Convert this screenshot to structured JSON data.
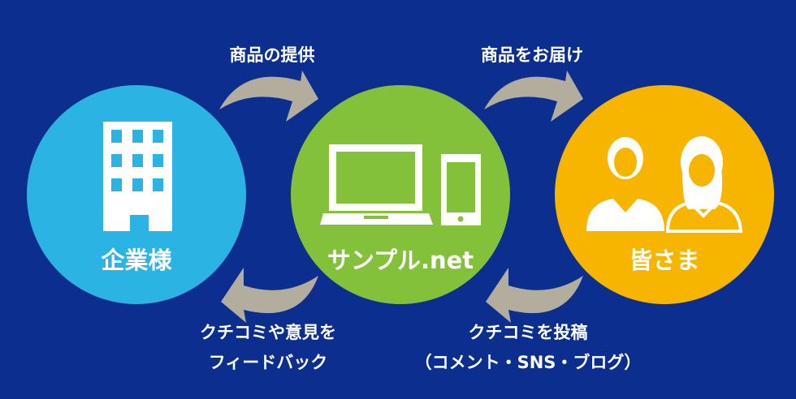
{
  "nodes": {
    "company": {
      "label": "企業様",
      "color": "#2bb3e3",
      "icon": "building-icon"
    },
    "site": {
      "label": "サンプル.net",
      "color": "#84c13a",
      "icon": "laptop-phone-icon"
    },
    "customers": {
      "label": "皆さま",
      "color": "#f7b500",
      "icon": "people-icon"
    }
  },
  "flows": {
    "provide": {
      "label": "商品の提供"
    },
    "deliver": {
      "label": "商品をお届け"
    },
    "feedback": {
      "line1": "クチコミや意見を",
      "line2": "フィードバック"
    },
    "post": {
      "line1": "クチコミを投稿",
      "line2": "（コメント・SNS・ブログ）"
    }
  },
  "colors": {
    "background": "#0c2f8f",
    "arrow": "#b2ad9c"
  }
}
